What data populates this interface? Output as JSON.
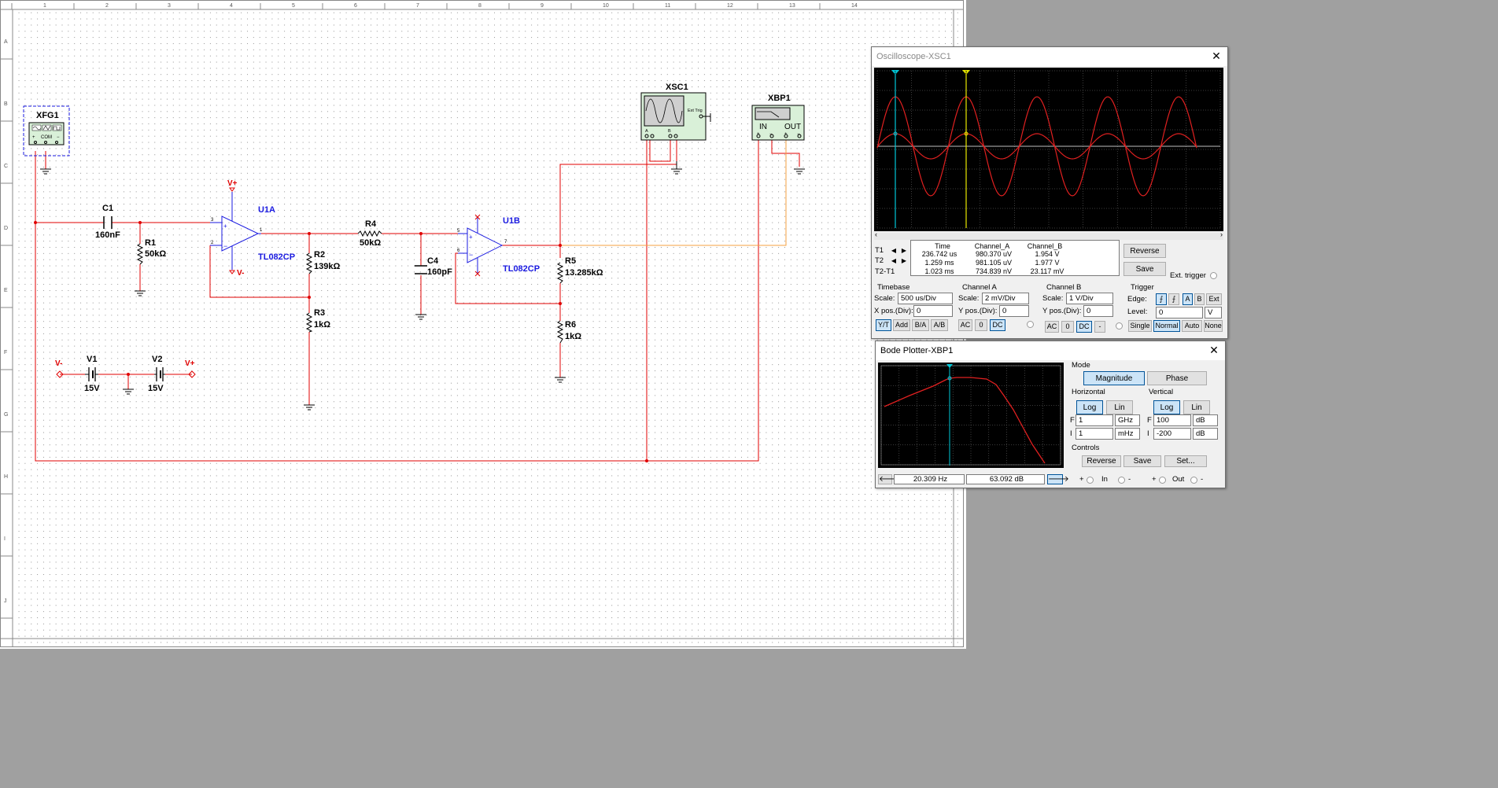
{
  "schematic": {
    "function_generator": {
      "name": "XFG1",
      "terminals": [
        "+",
        "COM",
        "−"
      ]
    },
    "scope_instrument": {
      "name": "XSC1",
      "ext_trig": "Ext Trig",
      "ch_a": "A",
      "ch_b": "B"
    },
    "bode_instrument": {
      "name": "XBP1",
      "in": "IN",
      "out": "OUT"
    },
    "C1": {
      "ref": "C1",
      "value": "160nF"
    },
    "R1": {
      "ref": "R1",
      "value": "50kΩ"
    },
    "U1A": {
      "ref": "U1A",
      "part": "TL082CP",
      "vplus": "V+",
      "vminus": "V-"
    },
    "R2": {
      "ref": "R2",
      "value": "139kΩ"
    },
    "R3": {
      "ref": "R3",
      "value": "1kΩ"
    },
    "R4": {
      "ref": "R4",
      "value": "50kΩ"
    },
    "C4": {
      "ref": "C4",
      "value": "160pF"
    },
    "U1B": {
      "ref": "U1B",
      "part": "TL082CP"
    },
    "R5": {
      "ref": "R5",
      "value": "13.285kΩ"
    },
    "R6": {
      "ref": "R6",
      "value": "1kΩ"
    },
    "V1": {
      "ref": "V1",
      "value": "15V"
    },
    "V2": {
      "ref": "V2",
      "value": "15V"
    },
    "supply_neg": "V-",
    "supply_pos": "V+",
    "pin_numbers": {
      "u1a_inp": "3",
      "u1a_inn": "2",
      "u1a_out": "1",
      "u1b_inp": "5",
      "u1b_inn": "6",
      "u1b_out": "7"
    },
    "ruler": {
      "top": [
        "1",
        "2",
        "3",
        "4",
        "5",
        "6",
        "7",
        "8",
        "9",
        "10",
        "11",
        "12",
        "13",
        "14"
      ],
      "left": [
        "A",
        "B",
        "C",
        "D",
        "E",
        "F",
        "G",
        "H",
        "I",
        "J"
      ]
    }
  },
  "colors": {
    "wire_red": "#e00000",
    "wire_orange": "#f5a040",
    "component_blue": "#1a1ae0",
    "instrument_green": "#d9f0d8",
    "scope_trace": "#e02020",
    "cursor_cyan": "#00c8d8",
    "cursor_yellow": "#e8e800"
  },
  "oscilloscope": {
    "title": "Oscilloscope-XSC1",
    "close": "✕",
    "readout": {
      "headers": [
        "Time",
        "Channel_A",
        "Channel_B"
      ],
      "rows": [
        {
          "label": "T1",
          "time": "236.742 us",
          "a": "980.370 uV",
          "b": "1.954 V"
        },
        {
          "label": "T2",
          "time": "1.259 ms",
          "a": "981.105 uV",
          "b": "1.977 V"
        },
        {
          "label": "T2-T1",
          "time": "1.023 ms",
          "a": "734.839 nV",
          "b": "23.117 mV"
        }
      ]
    },
    "buttons": {
      "reverse": "Reverse",
      "save": "Save"
    },
    "ext_trigger": "Ext. trigger",
    "timebase": {
      "title": "Timebase",
      "scale_label": "Scale:",
      "scale": "500 us/Div",
      "xpos_label": "X pos.(Div):",
      "xpos": "0",
      "modes": [
        "Y/T",
        "Add",
        "B/A",
        "A/B"
      ]
    },
    "channel_a": {
      "title": "Channel A",
      "scale_label": "Scale:",
      "scale": "2 mV/Div",
      "ypos_label": "Y pos.(Div):",
      "ypos": "0",
      "coupling": [
        "AC",
        "0",
        "DC"
      ]
    },
    "channel_b": {
      "title": "Channel B",
      "scale_label": "Scale:",
      "scale": "1 V/Div",
      "ypos_label": "Y pos.(Div):",
      "ypos": "0",
      "coupling": [
        "AC",
        "0",
        "DC",
        "-"
      ]
    },
    "trigger": {
      "title": "Trigger",
      "edge_label": "Edge:",
      "edges": [
        "⨍",
        "⨍",
        "A",
        "B",
        "Ext"
      ],
      "level_label": "Level:",
      "level": "0",
      "level_unit": "V",
      "modes": [
        "Single",
        "Normal",
        "Auto",
        "None"
      ]
    },
    "cursor_labels": {
      "c1": "1",
      "c2": "2"
    }
  },
  "bode": {
    "title": "Bode Plotter-XBP1",
    "close": "✕",
    "mode": {
      "title": "Mode",
      "magnitude": "Magnitude",
      "phase": "Phase"
    },
    "horizontal": {
      "title": "Horizontal",
      "log": "Log",
      "lin": "Lin",
      "f_label": "F",
      "f_value": "1",
      "f_unit": "GHz",
      "i_label": "I",
      "i_value": "1",
      "i_unit": "mHz"
    },
    "vertical": {
      "title": "Vertical",
      "log": "Log",
      "lin": "Lin",
      "f_label": "F",
      "f_value": "100",
      "f_unit": "dB",
      "i_label": "I",
      "i_value": "-200",
      "i_unit": "dB"
    },
    "controls": {
      "title": "Controls",
      "reverse": "Reverse",
      "save": "Save",
      "set": "Set..."
    },
    "readout": {
      "freq": "20.309  Hz",
      "mag": "63.092 dB"
    },
    "in_label": "In",
    "out_label": "Out",
    "plus": "+",
    "minus": "-"
  }
}
